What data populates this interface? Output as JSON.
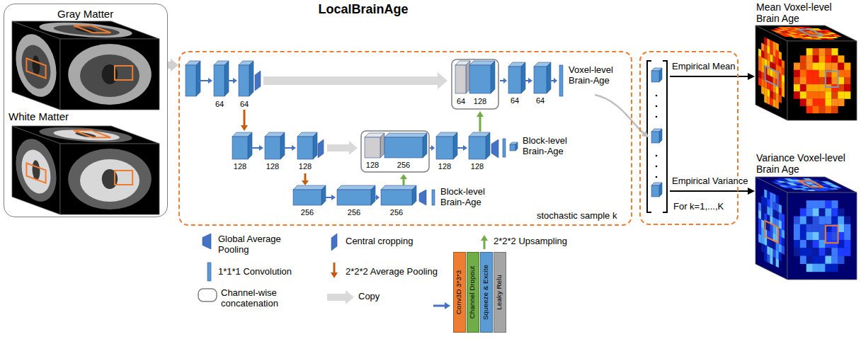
{
  "diagram": {
    "title": "LocalBrainAge",
    "nodes": [
      {
        "text": [
          "Gray Matter",
          "White Matter"
        ]
      },
      {
        "text": [
          "stochastic sample k"
        ]
      },
      {
        "text": [
          "For k=1,...,K"
        ]
      },
      {
        "text": [
          "Mean Voxel-level Brain Age"
        ]
      },
      {
        "text": [
          "Variance Voxel-level Brain Age"
        ]
      },
      {
        "text": [
          "Conv3D 3*3*3"
        ]
      },
      {
        "text": [
          "Channel Dropout"
        ]
      },
      {
        "text": [
          "Squeeze & Excite"
        ]
      },
      {
        "text": [
          "Leaky Relu"
        ]
      }
    ],
    "edges": [
      {
        "from": 0,
        "to": 1,
        "arrow": "to"
      },
      {
        "from": 2,
        "to": 3,
        "label": "Empirical Mean",
        "arrow": "to"
      },
      {
        "from": 2,
        "to": 4,
        "label": "Empirical Variance",
        "arrow": "to"
      }
    ],
    "labels": [
      "64",
      "64",
      "64",
      "128",
      "64",
      "64",
      "Voxel-level Brain-Age",
      "128",
      "128",
      "128",
      "128",
      "256",
      "128",
      "128",
      "Block-level Brain-Age",
      "256",
      "256",
      "256",
      "Block-level Brain-Age"
    ],
    "legend": [
      {
        "text": "Global Average Pooling"
      },
      {
        "text": "Central cropping"
      },
      {
        "text": "2*2*2 Upsampling"
      },
      {
        "text": "1*1*1 Convolution"
      },
      {
        "text": "2*2*2 Average Pooling"
      },
      {
        "text": "Channel-wise concatenation"
      },
      {
        "text": "Copy"
      }
    ]
  }
}
